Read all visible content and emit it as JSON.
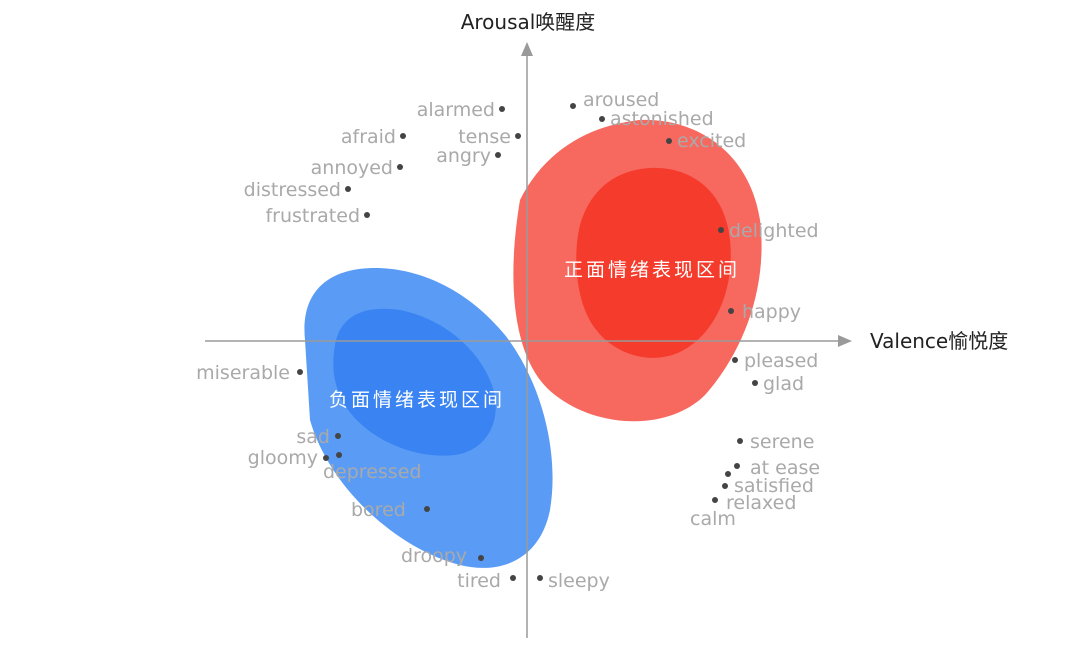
{
  "axes": {
    "y_title": "Arousal唤醒度",
    "x_title": "Valence愉悦度"
  },
  "zones": {
    "positive": {
      "label": "正面情绪表现区间",
      "outer_color": "#f7685f",
      "inner_color": "#f43b2c"
    },
    "negative": {
      "label": "负面情绪表现区间",
      "outer_color": "#5a9cf5",
      "inner_color": "#3a83f2"
    }
  },
  "emotions": [
    {
      "id": "alarmed",
      "text": "alarmed"
    },
    {
      "id": "afraid",
      "text": "afraid"
    },
    {
      "id": "tense",
      "text": "tense"
    },
    {
      "id": "angry",
      "text": "angry"
    },
    {
      "id": "annoyed",
      "text": "annoyed"
    },
    {
      "id": "distressed",
      "text": "distressed"
    },
    {
      "id": "frustrated",
      "text": "frustrated"
    },
    {
      "id": "aroused",
      "text": "aroused"
    },
    {
      "id": "astonished",
      "text": "astonished"
    },
    {
      "id": "excited",
      "text": "excited"
    },
    {
      "id": "delighted",
      "text": "delighted"
    },
    {
      "id": "happy",
      "text": "happy"
    },
    {
      "id": "pleased",
      "text": "pleased"
    },
    {
      "id": "glad",
      "text": "glad"
    },
    {
      "id": "serene",
      "text": "serene"
    },
    {
      "id": "at-ease",
      "text": "at ease"
    },
    {
      "id": "satisfied",
      "text": "satisfied"
    },
    {
      "id": "relaxed",
      "text": "relaxed"
    },
    {
      "id": "calm",
      "text": "calm"
    },
    {
      "id": "miserable",
      "text": "miserable"
    },
    {
      "id": "sad",
      "text": "sad"
    },
    {
      "id": "gloomy",
      "text": "gloomy"
    },
    {
      "id": "depressed",
      "text": "depressed"
    },
    {
      "id": "bored",
      "text": "bored"
    },
    {
      "id": "droopy",
      "text": "droopy"
    },
    {
      "id": "tired",
      "text": "tired"
    },
    {
      "id": "sleepy",
      "text": "sleepy"
    }
  ]
}
